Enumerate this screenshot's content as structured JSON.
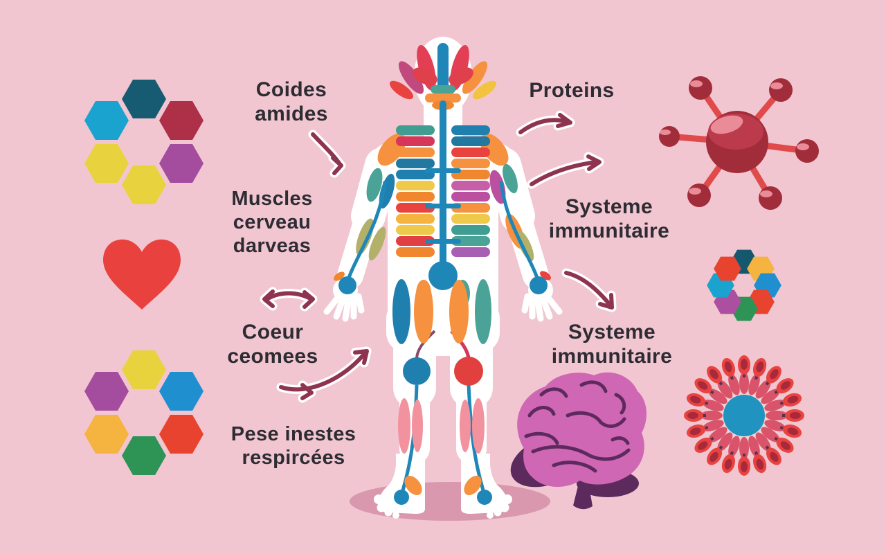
{
  "palette": {
    "bg": "#f1c6d1",
    "text": "#2e2c33",
    "arrow": "#8e3350",
    "shadow": "#d998ad",
    "silhouette": "#ffffff",
    "spine": "#1e87b8"
  },
  "labels": {
    "codes_amines": {
      "line1": "Coides",
      "line2": "amides"
    },
    "muscles": {
      "line1": "Muscles",
      "line2": "cerveau",
      "line3": "darveas"
    },
    "coeur": {
      "line1": "Coeur",
      "line2": "ceomees"
    },
    "poumons": {
      "line1": "Pese inestes",
      "line2": "respircées"
    },
    "proteins": {
      "line1": "Proteins"
    },
    "immune_upper": {
      "line1": "Systeme",
      "line2": "immunitaire"
    },
    "immune_lower": {
      "line1": "Systeme",
      "line2": "immunitaire"
    }
  },
  "icons": {
    "hex_top": {
      "colors": [
        "#175b73",
        "#1ba3cf",
        "#ad3048",
        "#e8d33f",
        "#a44d9e",
        "#e8d33f"
      ]
    },
    "heart": {
      "color": "#e8413e"
    },
    "hex_bottom": {
      "colors": [
        "#e8d33f",
        "#a44d9e",
        "#1f8fd0",
        "#f5b33f",
        "#e8432f",
        "#2e9456"
      ]
    },
    "virus": {
      "body": "#a12c3a",
      "shade": "#bb3a4c",
      "spoke": "#e04a4a",
      "highlight": "#ea8b98"
    },
    "hex_ring": {
      "ring": "#e0506a",
      "colors": [
        "#15586e",
        "#f5b33f",
        "#1f8fd0",
        "#e8432f",
        "#2e9456",
        "#ad4fa0",
        "#1ba3cf",
        "#e8432f"
      ]
    },
    "micelle": {
      "core": "#2093c0",
      "head": "#e8433f",
      "head_inner": "#a8293c",
      "petal": "#d9536a",
      "tail": "#5a3148",
      "spokes": 20
    },
    "brain": {
      "fill": "#cf67b4",
      "dark": "#5d2a5e"
    }
  },
  "body_figure": {
    "silhouette": "#ffffff",
    "spine": "#1e87b8",
    "rib_rows": [
      [
        "#3f9d92",
        "#1f7fae"
      ],
      [
        "#d6365a",
        "#22789f"
      ],
      [
        "#f5913f",
        "#e8433f"
      ],
      [
        "#22789f",
        "#f5913f"
      ],
      [
        "#1f7fae",
        "#f0872f"
      ],
      [
        "#eec94a",
        "#c75fa8"
      ],
      [
        "#f0872f",
        "#bb4fa0"
      ],
      [
        "#e8433f",
        "#f5913f"
      ],
      [
        "#f5b33f",
        "#eec94a"
      ],
      [
        "#eec94a",
        "#3f9d92"
      ],
      [
        "#e23f45",
        "#4aa396"
      ],
      [
        "#f0872f",
        "#a85fb3"
      ]
    ]
  }
}
